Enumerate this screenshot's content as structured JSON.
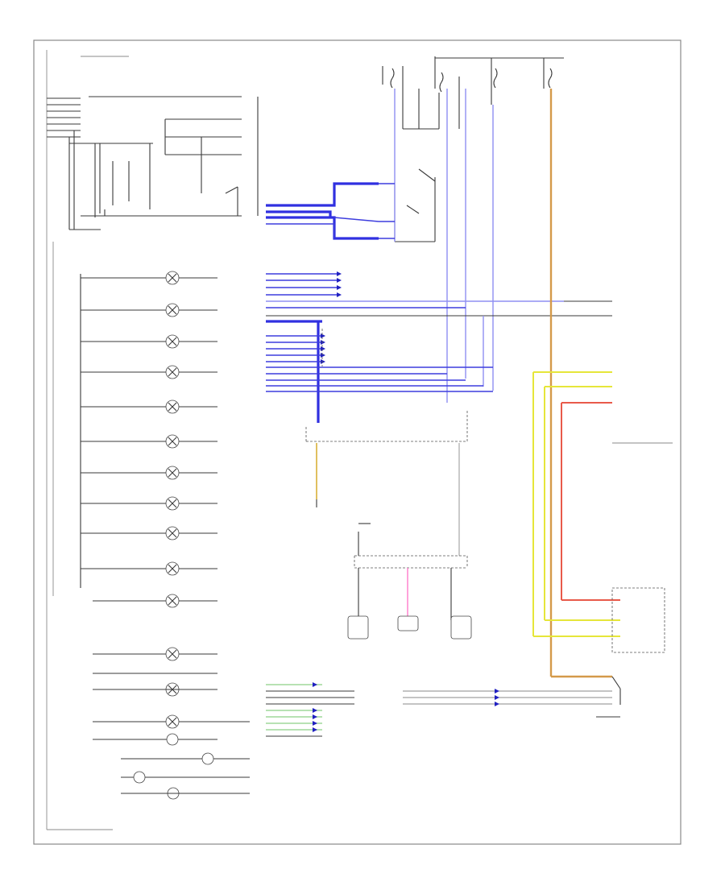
{
  "diagram": {
    "footer_label": "",
    "page_label": "",
    "border_color": "#888888",
    "wire_colors": {
      "black": "#3a3a3a",
      "blue": "#3d3dde",
      "light_blue": "#8f8ff2",
      "yellow": "#e6e63a",
      "orange": "#d49a4a",
      "red": "#e85a4a",
      "green": "#9fd89a",
      "pink": "#ff8ad0"
    },
    "left_lamps": [
      {
        "id": "lamp-1"
      },
      {
        "id": "lamp-2"
      },
      {
        "id": "lamp-3"
      },
      {
        "id": "lamp-4"
      },
      {
        "id": "lamp-5"
      },
      {
        "id": "lamp-6"
      },
      {
        "id": "lamp-7"
      },
      {
        "id": "lamp-8"
      },
      {
        "id": "lamp-9"
      },
      {
        "id": "lamp-10"
      },
      {
        "id": "lamp-11"
      },
      {
        "id": "lamp-12"
      },
      {
        "id": "lamp-13"
      },
      {
        "id": "lamp-14"
      }
    ]
  }
}
